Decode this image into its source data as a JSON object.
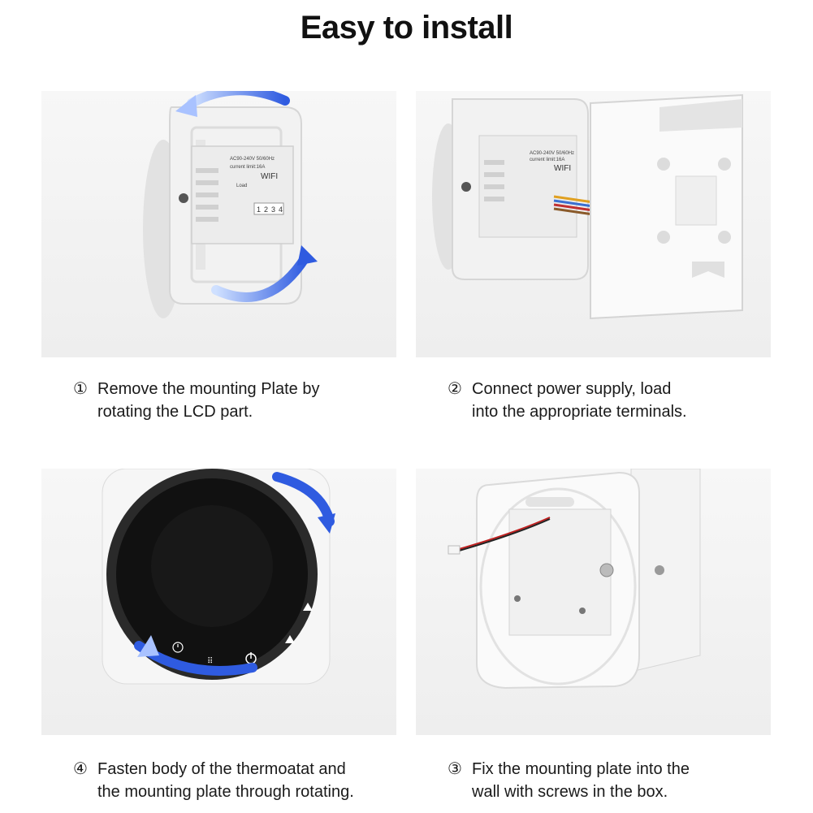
{
  "title": "Easy to install",
  "steps": [
    {
      "num": "①",
      "line1": "Remove the mounting Plate by",
      "line2": "rotating the LCD part."
    },
    {
      "num": "②",
      "line1": "Connect power supply, load",
      "line2": "into the appropriate terminals."
    },
    {
      "num": "④",
      "line1": "Fasten body of the thermoatat and",
      "line2": "the mounting plate through rotating."
    },
    {
      "num": "③",
      "line1": "Fix the mounting plate into the",
      "line2": "wall with screws in the box."
    }
  ],
  "module_label": {
    "spec1": "AC90-240V 50/60Hz",
    "spec2": "current limit:16A",
    "brand": "WIFI",
    "load": "Load",
    "terminals": [
      "1",
      "2",
      "3",
      "4"
    ]
  },
  "colors": {
    "arrow_blue": "#2f5be0",
    "screen_black": "#111111"
  }
}
